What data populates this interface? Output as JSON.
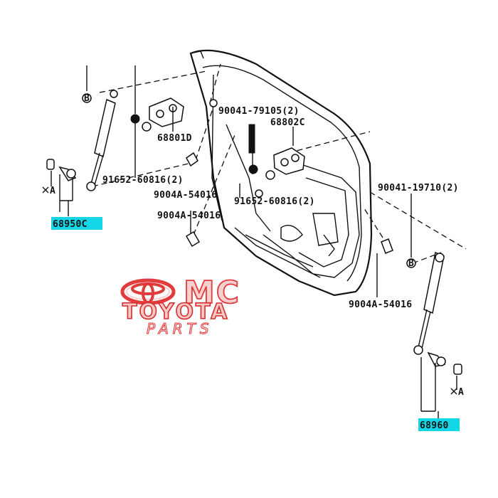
{
  "labels": {
    "l68801d": "68801D",
    "l68802c": "68802C",
    "l90041_79105": "90041-79105(2)",
    "l91652_top": "91652-60816(2)",
    "l91652_mid": "91652-60816(2)",
    "l9004a_a": "9004A-54016",
    "l9004a_b": "9004A-54016",
    "l9004a_c": "9004A-54016",
    "l90041_19710": "90041-19710(2)",
    "l68950c": "68950C",
    "l68960": "68960",
    "markerA_left": "A",
    "markerA_right": "A",
    "markerB_left": "B",
    "markerB_right": "B"
  },
  "brand": {
    "mc": "MC",
    "toyota": "TOYOTA",
    "parts": "PARTS"
  },
  "colors": {
    "highlight": "#13d6e6",
    "brand_red": "#e23b3b",
    "ink": "#111111"
  }
}
